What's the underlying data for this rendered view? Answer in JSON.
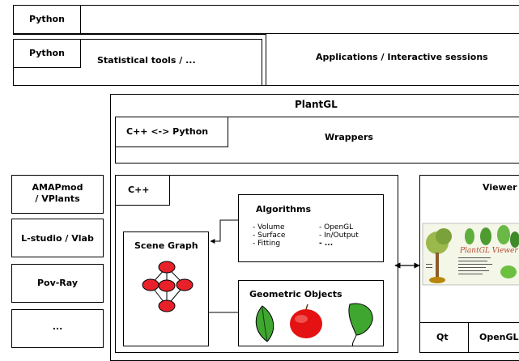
{
  "python_layers": {
    "python_top": "Python",
    "python_inner": "Python",
    "statistical_tools": "Statistical tools / ...",
    "applications": "Applications / Interactive sessions"
  },
  "plantgl": {
    "title": "PlantGL",
    "cpp_python": "C++ <-> Python",
    "wrappers": "Wrappers"
  },
  "left_column": {
    "items": [
      "AMAPmod\n/ VPlants",
      "L-studio / Vlab",
      "Pov-Ray",
      "..."
    ]
  },
  "core": {
    "cpp": "C++",
    "scene_graph": "Scene Graph",
    "algorithms": {
      "title": "Algorithms",
      "col1": [
        "- Volume",
        "- Surface",
        "- Fitting"
      ],
      "col2": [
        "- OpenGL",
        "- In/Output",
        "- ..."
      ]
    },
    "geometric_objects": "Geometric Objects"
  },
  "viewer": {
    "title": "Viewer",
    "logo_text": "PlantGL Viewer",
    "qt": "Qt",
    "opengl": "OpenGL"
  },
  "colors": {
    "node_red": "#e8202a",
    "leaf_green": "#3fa62f",
    "apple_red": "#e41212"
  }
}
